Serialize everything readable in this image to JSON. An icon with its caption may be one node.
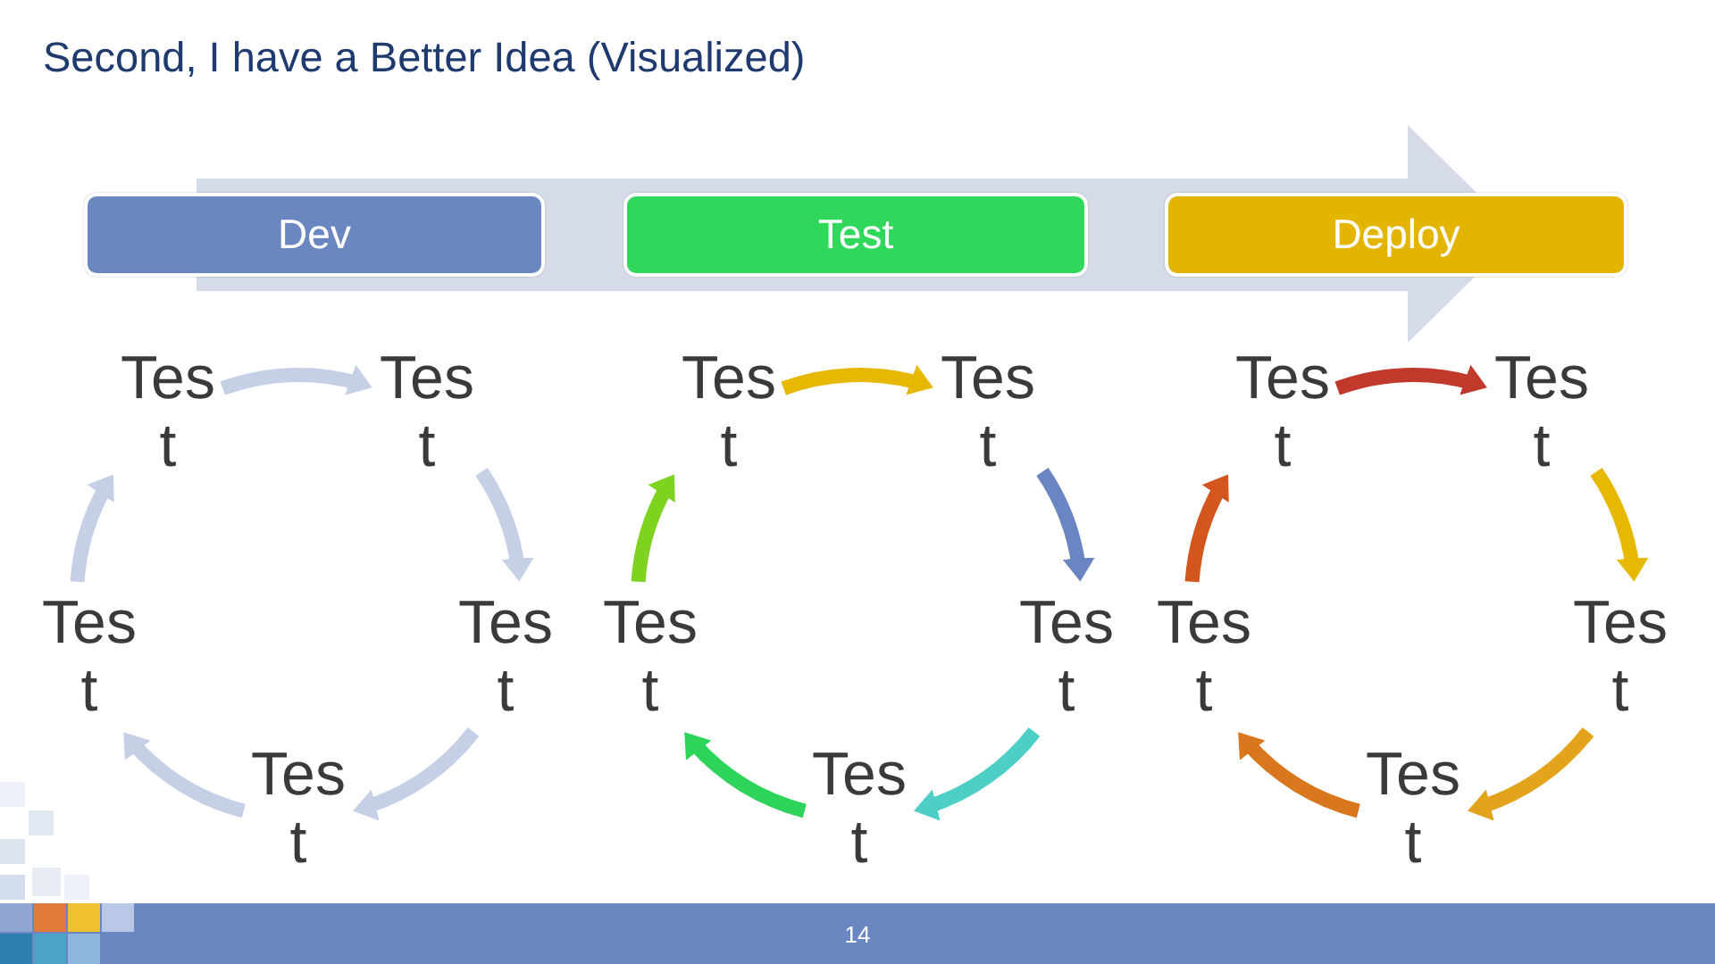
{
  "diagram": {
    "title": "Second, I have a Better Idea (Visualized)",
    "nodes": [
      {
        "text": [
          "Dev"
        ]
      },
      {
        "text": [
          "Test"
        ]
      },
      {
        "text": [
          "Deploy"
        ]
      },
      {
        "text": [
          "Tes t"
        ]
      },
      {
        "text": [
          "Tes t"
        ]
      },
      {
        "text": [
          "Tes t"
        ]
      },
      {
        "text": [
          "Tes t"
        ]
      },
      {
        "text": [
          "Tes t"
        ]
      },
      {
        "text": [
          "Tes t"
        ]
      },
      {
        "text": [
          "Tes t"
        ]
      },
      {
        "text": [
          "Tes t"
        ]
      },
      {
        "text": [
          "Tes t"
        ]
      },
      {
        "text": [
          "Tes t"
        ]
      },
      {
        "text": [
          "Tes t"
        ]
      },
      {
        "text": [
          "Tes t"
        ]
      },
      {
        "text": [
          "Tes t"
        ]
      },
      {
        "text": [
          "Tes t"
        ]
      },
      {
        "text": [
          "Tes t"
        ]
      }
    ],
    "edges": [
      {
        "from": 3,
        "to": 4,
        "arrow": "to"
      },
      {
        "from": 4,
        "to": 5,
        "arrow": "to"
      },
      {
        "from": 5,
        "to": 6,
        "arrow": "to"
      },
      {
        "from": 6,
        "to": 7,
        "arrow": "to"
      },
      {
        "from": 7,
        "to": 3,
        "arrow": "to"
      },
      {
        "from": 8,
        "to": 9,
        "arrow": "to",
        "color": "#e6b800"
      },
      {
        "from": 9,
        "to": 10,
        "arrow": "to",
        "color": "#6a85c2"
      },
      {
        "from": 10,
        "to": 11,
        "arrow": "to",
        "color": "#4ecfc6"
      },
      {
        "from": 11,
        "to": 12,
        "arrow": "to",
        "color": "#2ed35a"
      },
      {
        "from": 12,
        "to": 8,
        "arrow": "to",
        "color": "#7ed321"
      },
      {
        "from": 13,
        "to": 14,
        "arrow": "to",
        "color": "#c0392b"
      },
      {
        "from": 14,
        "to": 15,
        "arrow": "to",
        "color": "#e6b800"
      },
      {
        "from": 15,
        "to": 16,
        "arrow": "to",
        "color": "#e3a31a"
      },
      {
        "from": 16,
        "to": 17,
        "arrow": "to",
        "color": "#d9771f"
      },
      {
        "from": 17,
        "to": 13,
        "arrow": "to",
        "color": "#d4561f"
      }
    ],
    "labels": [
      "14"
    ]
  }
}
